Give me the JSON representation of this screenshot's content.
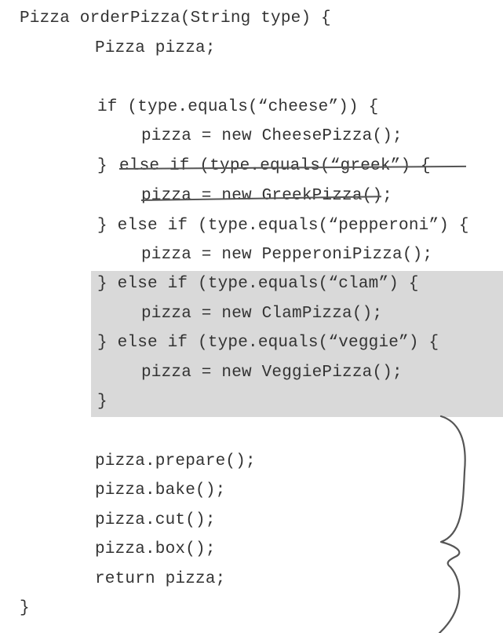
{
  "code": {
    "signature": "Pizza orderPizza(String type) {",
    "decl": "Pizza pizza;",
    "if_cheese": "if (type.equals(“cheese”)) {",
    "new_cheese": "pizza = new CheesePizza();",
    "greek_prefix": "} ",
    "greek_struck": "else if (type.equals(“greek”) {",
    "new_greek": "pizza = new GreekPizza();",
    "if_pepperoni": "} else if (type.equals(“pepperoni”) {",
    "new_pepperoni": "pizza = new PepperoniPizza();",
    "if_clam": "} else if (type.equals(“clam”) {",
    "new_clam": "pizza = new ClamPizza();",
    "if_veggie": "} else if (type.equals(“veggie”) {",
    "new_veggie": "pizza = new VeggiePizza();",
    "close_if": "}",
    "prepare": "pizza.prepare();",
    "bake": "pizza.bake();",
    "cut": "pizza.cut();",
    "box": "pizza.box();",
    "ret": "return pizza;",
    "close_method": "}"
  }
}
